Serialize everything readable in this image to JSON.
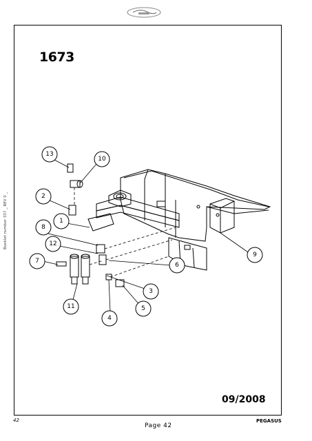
{
  "header": {
    "logo_name": "pegasus-logo"
  },
  "drawing": {
    "number": "1673",
    "date": "09/2008",
    "callouts": [
      {
        "label": "13"
      },
      {
        "label": "10"
      },
      {
        "label": "2"
      },
      {
        "label": "1"
      },
      {
        "label": "8"
      },
      {
        "label": "12"
      },
      {
        "label": "7"
      },
      {
        "label": "6"
      },
      {
        "label": "9"
      },
      {
        "label": "3"
      },
      {
        "label": "5"
      },
      {
        "label": "11"
      },
      {
        "label": "4"
      }
    ]
  },
  "side_note": "Booklet number 337 _ REV 0 _",
  "footer": {
    "page_number": "42",
    "page_label": "Page 42",
    "brand": "PEGASUS"
  }
}
